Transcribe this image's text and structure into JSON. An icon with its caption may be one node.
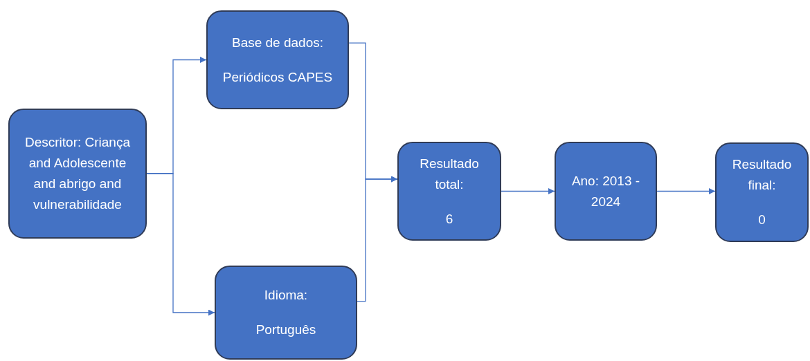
{
  "diagram": {
    "nodes": [
      {
        "text": [
          "Descritor: Criança and Adolescente and abrigo and vulnerabilidade"
        ]
      },
      {
        "text": [
          "Base de dados:",
          "Periódicos CAPES"
        ]
      },
      {
        "text": [
          "Idioma:",
          "Português"
        ]
      },
      {
        "text": [
          "Resultado total:",
          "6"
        ]
      },
      {
        "text": [
          "Ano: 2013 - 2024"
        ]
      },
      {
        "text": [
          "Resultado final:",
          "0"
        ]
      }
    ],
    "edges": [
      {
        "from": 0,
        "to": 1,
        "arrow": "to"
      },
      {
        "from": 0,
        "to": 2,
        "arrow": "to"
      },
      {
        "from": 1,
        "to": 3,
        "arrow": "to"
      },
      {
        "from": 2,
        "to": 3,
        "arrow": "to"
      },
      {
        "from": 3,
        "to": 4,
        "arrow": "to"
      },
      {
        "from": 4,
        "to": 5,
        "arrow": "to"
      }
    ]
  }
}
